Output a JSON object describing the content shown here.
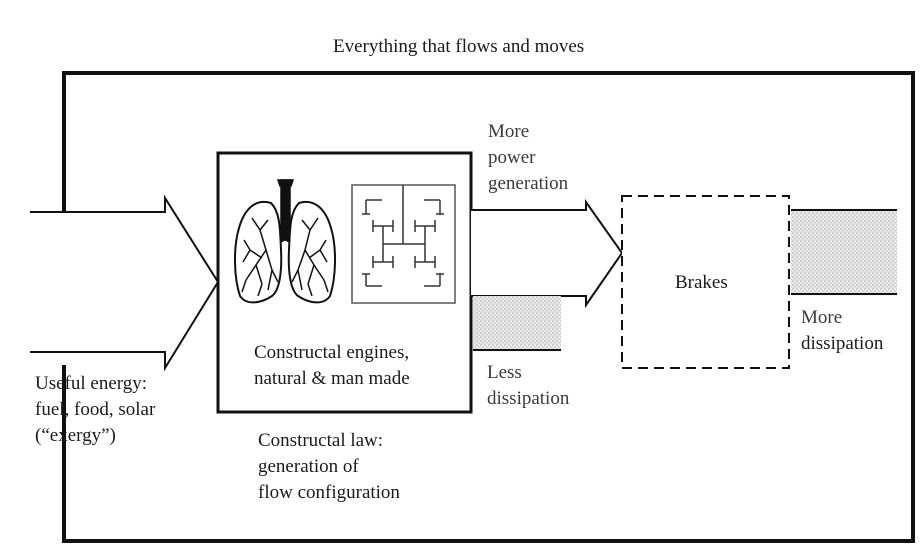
{
  "title": "Everything that flows and moves",
  "useful_energy": {
    "lines": [
      "Useful energy:",
      "fuel, food, solar",
      "(“exergy”)"
    ]
  },
  "engine": {
    "lines": [
      "Constructal engines,",
      "natural & man made"
    ],
    "icons": [
      "lungs-icon",
      "h-tree-icon"
    ]
  },
  "constructal_law": {
    "lines": [
      "Constructal law:",
      "generation of",
      "flow configuration"
    ]
  },
  "power": {
    "lines": [
      "More",
      "power",
      "generation"
    ]
  },
  "less_dissipation": {
    "lines": [
      "Less",
      "dissipation"
    ]
  },
  "brakes": {
    "label": "Brakes"
  },
  "more_dissipation": {
    "lines": [
      "More",
      "dissipation"
    ]
  },
  "colors": {
    "stroke": "#111111",
    "dissipation_fill": "#d9d9d9"
  }
}
